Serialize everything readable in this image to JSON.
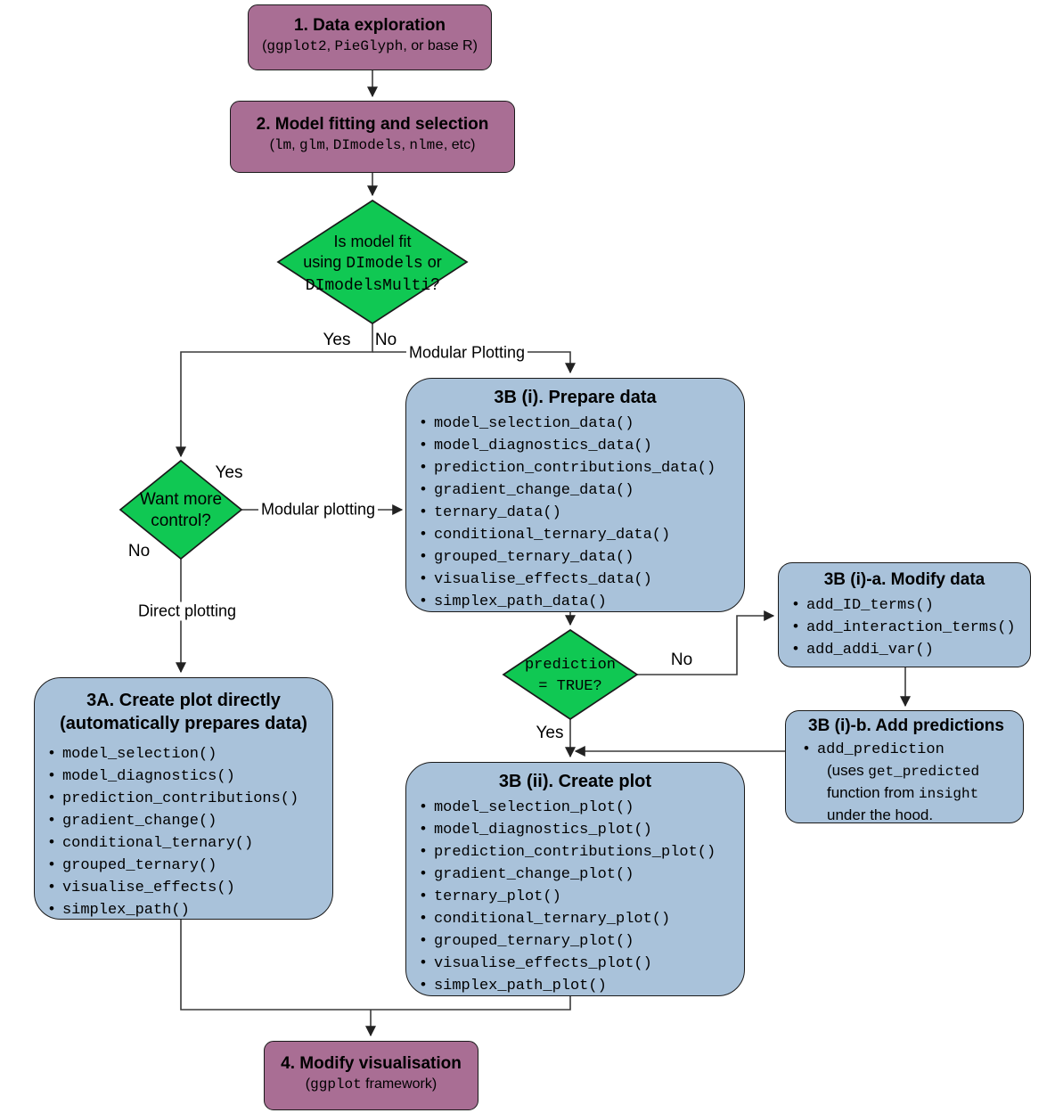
{
  "colors": {
    "process_purple": "#a96e94",
    "decision_green": "#10c853",
    "function_blue": "#a9c2da",
    "outline": "#1a1a1a",
    "connector": "#3a3a3a"
  },
  "nodes": {
    "data_exploration": {
      "title": "1. Data exploration",
      "subtitle": [
        {
          "t": "("
        },
        {
          "t": "ggplot2",
          "code": true
        },
        {
          "t": ", "
        },
        {
          "t": "PieGlyph",
          "code": true
        },
        {
          "t": ", or base R)"
        }
      ]
    },
    "model_fitting": {
      "title": "2. Model fitting and selection",
      "subtitle": [
        {
          "t": "("
        },
        {
          "t": "lm",
          "code": true
        },
        {
          "t": ", "
        },
        {
          "t": "glm",
          "code": true
        },
        {
          "t": ", "
        },
        {
          "t": "DImodels",
          "code": true
        },
        {
          "t": ", "
        },
        {
          "t": "nlme",
          "code": true
        },
        {
          "t": ", etc)"
        }
      ]
    },
    "decision_model_fit": {
      "lines": [
        [
          {
            "t": "Is model fit"
          }
        ],
        [
          {
            "t": "using "
          },
          {
            "t": "DImodels",
            "code": true
          },
          {
            "t": " or"
          }
        ],
        [
          {
            "t": "DImodelsMulti",
            "code": true
          },
          {
            "t": "?"
          }
        ]
      ]
    },
    "decision_more_control": {
      "line1": "Want more",
      "line2": "control?"
    },
    "decision_prediction": {
      "lines": [
        [
          {
            "t": "prediction",
            "code": true
          }
        ],
        [
          {
            "t": "= TRUE?",
            "code": true
          }
        ]
      ]
    },
    "prepare_data": {
      "title": "3B (i). Prepare data",
      "items": [
        "model_selection_data()",
        "model_diagnostics_data()",
        "prediction_contributions_data()",
        "gradient_change_data()",
        "ternary_data()",
        "conditional_ternary_data()",
        "grouped_ternary_data()",
        "visualise_effects_data()",
        "simplex_path_data()"
      ]
    },
    "modify_data": {
      "title": "3B (i)-a. Modify data",
      "items": [
        "add_ID_terms()",
        "add_interaction_terms()",
        "add_addi_var()"
      ]
    },
    "add_predictions": {
      "title": "3B (i)-b. Add predictions",
      "bullet_code": "add_prediction",
      "lines": [
        [
          {
            "t": "(uses "
          },
          {
            "t": "get_predicted",
            "code": true
          }
        ],
        [
          {
            "t": "function from "
          },
          {
            "t": "insight",
            "code": true
          }
        ],
        [
          {
            "t": "under the hood."
          }
        ]
      ]
    },
    "create_plot_directly": {
      "title_line1": "3A. Create plot directly",
      "title_line2": "(automatically prepares data)",
      "items": [
        "model_selection()",
        "model_diagnostics()",
        "prediction_contributions()",
        "gradient_change()",
        "conditional_ternary()",
        "grouped_ternary()",
        "visualise_effects()",
        "simplex_path()"
      ]
    },
    "create_plot_modular": {
      "title": "3B (ii). Create plot",
      "items": [
        "model_selection_plot()",
        "model_diagnostics_plot()",
        "prediction_contributions_plot()",
        "gradient_change_plot()",
        "ternary_plot()",
        "conditional_ternary_plot()",
        "grouped_ternary_plot()",
        "visualise_effects_plot()",
        "simplex_path_plot()"
      ]
    },
    "modify_visualisation": {
      "title": "4. Modify visualisation",
      "subtitle": [
        {
          "t": "("
        },
        {
          "t": "ggplot",
          "code": true
        },
        {
          "t": " framework)"
        }
      ]
    }
  },
  "edge_labels": {
    "yes_top": "Yes",
    "no_top": "No",
    "modular_plotting_top": "Modular Plotting",
    "yes_control": "Yes",
    "modular_plotting_mid": "Modular plotting",
    "no_control": "No",
    "direct_plotting": "Direct plotting",
    "no_prediction": "No",
    "yes_prediction": "Yes"
  }
}
